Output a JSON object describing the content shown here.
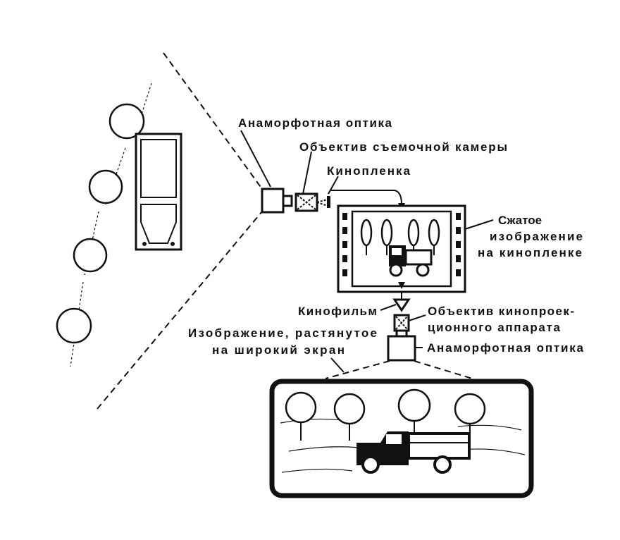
{
  "labels": {
    "anamorphic_optics_camera": "Анаморфотная оптика",
    "camera_lens": "Объектив съемочной камеры",
    "film_stock": "Кинопленка",
    "compressed_image_1": "Сжатое",
    "compressed_image_2": "изображение",
    "compressed_image_3": "на кинопленке",
    "movie_film": "Кинофильм",
    "projector_lens_1": "Объектив кинопроек-",
    "projector_lens_2": "ционного аппарата",
    "stretched_image_1": "Изображение, растянутое",
    "stretched_image_2": "на широкий экран",
    "anamorphic_optics_projector": "Анаморфотная оптика"
  }
}
